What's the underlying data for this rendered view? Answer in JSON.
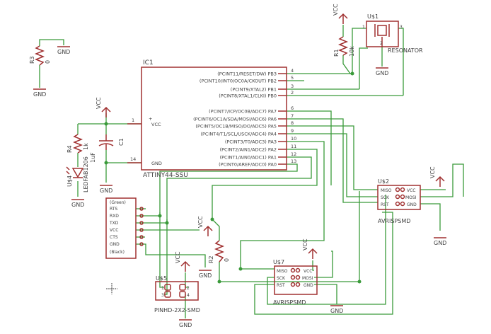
{
  "ic1": {
    "ref": "IC1",
    "value": "ATTINY44-SSU",
    "pins_right": [
      {
        "label": "(PCINT11/RESET/DW) PB3",
        "num": "4"
      },
      {
        "label": "(PCINT10/INT0/OC0A/CKOUT) PB2",
        "num": "5"
      },
      {
        "label": "(PCINT9/XTAL2) PB1",
        "num": "3"
      },
      {
        "label": "(PCINT8/XTAL1/CLKI) PB0",
        "num": "2"
      },
      {
        "label": "(PCINT7/ICP/OC0B/ADC7) PA7",
        "num": "6"
      },
      {
        "label": "(PCINT6/OC1A/SDA/MOSI/ADC6) PA6",
        "num": "7"
      },
      {
        "label": "(PCINT5/OC1B/MISO/DO/ADC5) PA5",
        "num": "8"
      },
      {
        "label": "(PCINT4/T1/SCL/USCK/ADC4) PA4",
        "num": "9"
      },
      {
        "label": "(PCINT3/T0/ADC3) PA3",
        "num": "10"
      },
      {
        "label": "(PCINT2/AIN1/ADC2) PA2",
        "num": "11"
      },
      {
        "label": "(PCINT1/AIN0/ADC1) PA1",
        "num": "12"
      },
      {
        "label": "(PCINT0/AREF/ADC0) PA0",
        "num": "13"
      }
    ],
    "vcc_label": "VCC",
    "vcc_pin": "1",
    "gnd_label": "GND",
    "gnd_pin": "14"
  },
  "u1": {
    "ref": "U$1",
    "value": "RESONATOR",
    "pins": [
      "1",
      "2",
      "3"
    ]
  },
  "r1": {
    "ref": "R1",
    "value": "10k"
  },
  "r2": {
    "ref": "R2",
    "value": "0"
  },
  "r3": {
    "ref": "R3",
    "value": "0"
  },
  "r4": {
    "ref": "R4",
    "value": "1k"
  },
  "c1": {
    "ref": "C1",
    "value": "1uF"
  },
  "u4": {
    "ref": "U$4",
    "value": "LEDFAB1206"
  },
  "u2": {
    "ref": "U$2",
    "value": "AVRISPSMD",
    "left": [
      "MISO",
      "SCK",
      "RST"
    ],
    "right": [
      "VCC",
      "MOSI",
      "GND"
    ]
  },
  "u7": {
    "ref": "U$7",
    "value": "AVRISPSMD",
    "left": [
      "MISO",
      "SCK",
      "RST"
    ],
    "right": [
      "VCC",
      "MOSI",
      "GND"
    ]
  },
  "u5": {
    "ref": "U$5",
    "value": "PINHD-2X2-SMD",
    "pins": [
      "1",
      "2",
      "3",
      "4"
    ]
  },
  "ftdi": {
    "labels": [
      "(Green)",
      "RTS",
      "RXD",
      "TXD",
      "VCC",
      "CTS",
      "GND",
      "(Black)"
    ]
  },
  "power": {
    "vcc": "VCC",
    "gnd": "GND"
  }
}
